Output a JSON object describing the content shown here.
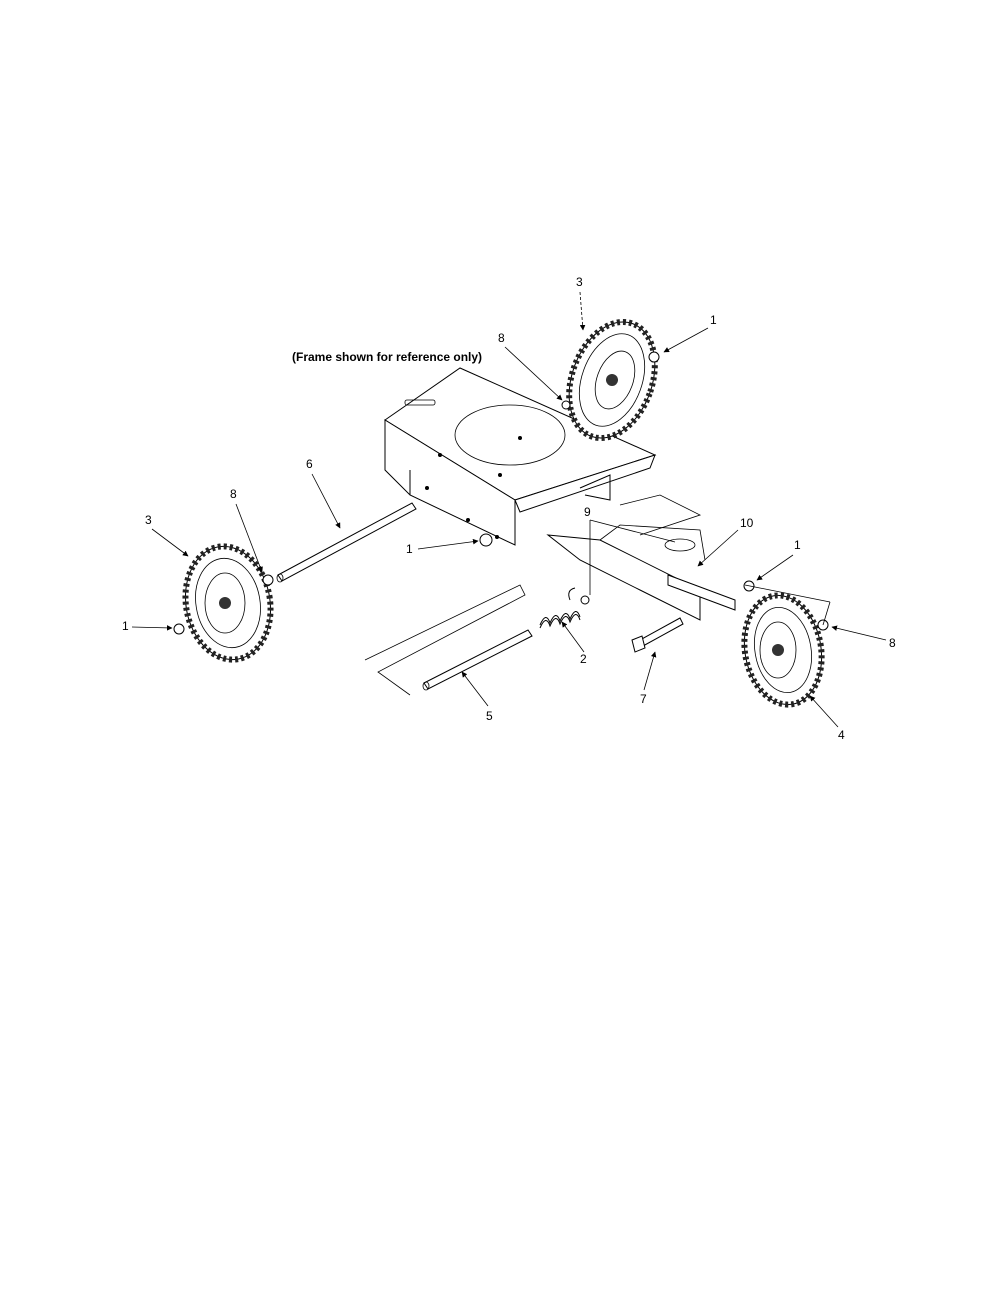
{
  "diagram": {
    "caption": "(Frame shown for reference only)",
    "callouts": {
      "c1a": "1",
      "c1b": "1",
      "c1c": "1",
      "c1d": "1",
      "c2": "2",
      "c3a": "3",
      "c3b": "3",
      "c4": "4",
      "c5": "5",
      "c6": "6",
      "c7": "7",
      "c8a": "8",
      "c8b": "8",
      "c8c": "8",
      "c9": "9",
      "c10": "10"
    }
  }
}
